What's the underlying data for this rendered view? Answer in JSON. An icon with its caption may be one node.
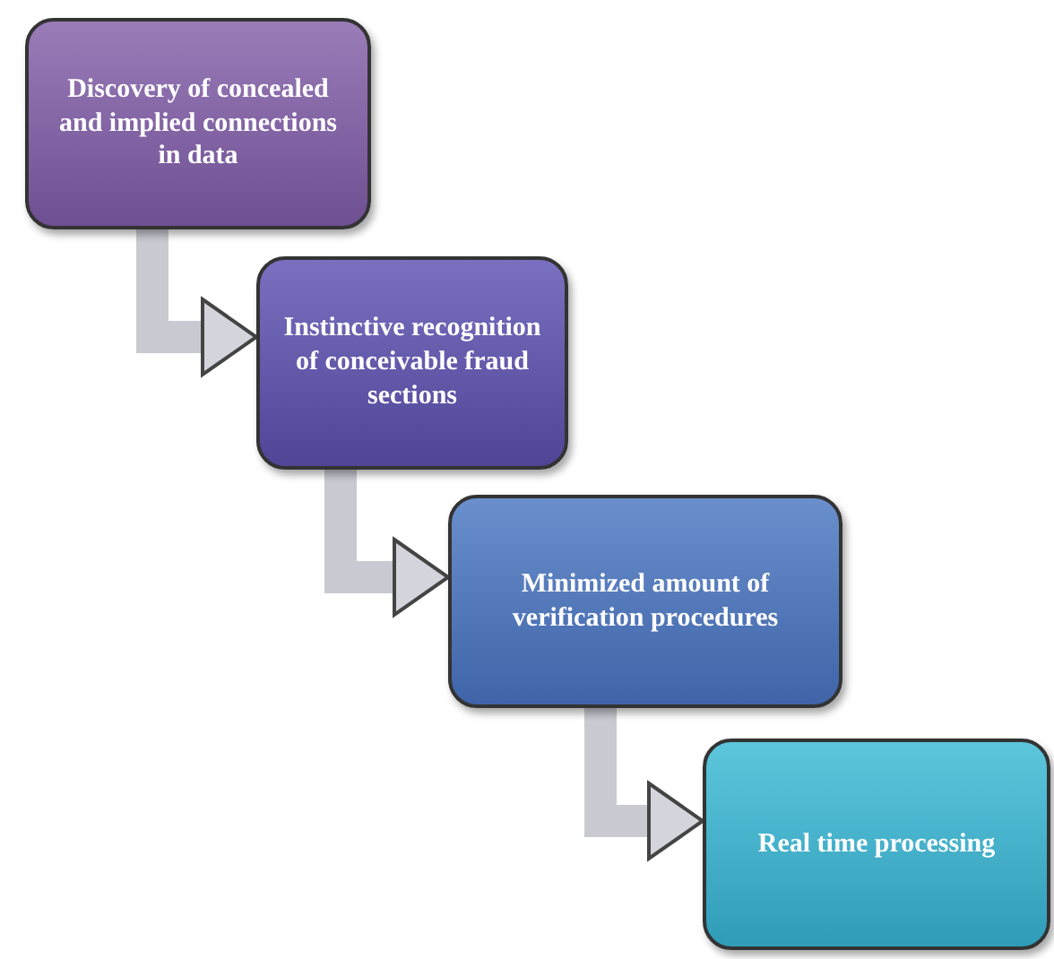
{
  "diagram": {
    "nodes": [
      {
        "text": [
          "Discovery of concealed and implied connections in data"
        ]
      },
      {
        "text": [
          "Instinctive recognition of conceivable fraud sections"
        ]
      },
      {
        "text": [
          "Minimized amount of verification procedures"
        ]
      },
      {
        "text": [
          "Real time processing"
        ]
      }
    ],
    "edges": [
      {
        "from": 0,
        "to": 1,
        "arrow": "to"
      },
      {
        "from": 1,
        "to": 2,
        "arrow": "to"
      },
      {
        "from": 2,
        "to": 3,
        "arrow": "to"
      }
    ]
  }
}
